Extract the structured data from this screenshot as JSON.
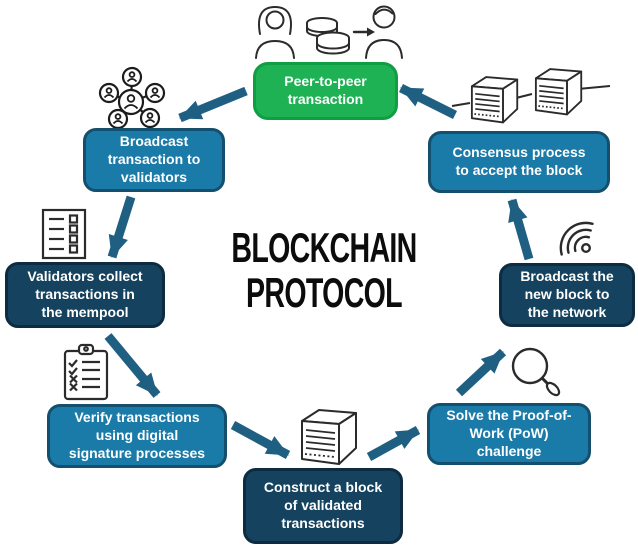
{
  "title": {
    "line1": "BLOCKCHAIN",
    "line2": "PROTOCOL"
  },
  "colors": {
    "green_node": "#1fb255",
    "green_border": "#0f9e43",
    "blue_node": "#1a7aa8",
    "blue_border": "#14506d",
    "navy_node": "#15425e",
    "navy_border": "#0d2c42",
    "arrow": "#1e5f82",
    "icon_stroke": "#2b2b2b",
    "node_text": "#ffffff",
    "title_text": "#0c0c0c",
    "background": "#ffffff"
  },
  "nodes": [
    {
      "id": "peer-to-peer-transaction",
      "color": "green",
      "icon": "people-exchange-icon",
      "lines": [
        "Peer-to-peer",
        "transaction"
      ]
    },
    {
      "id": "broadcast-transaction-to-validators",
      "color": "blue",
      "icon": "network-icon",
      "lines": [
        "Broadcast",
        "transaction to",
        "validators"
      ]
    },
    {
      "id": "validators-collect-transactions",
      "color": "navy",
      "icon": "transaction-list-icon",
      "lines": [
        "Validators collect",
        "transactions in",
        "the mempool"
      ]
    },
    {
      "id": "verify-transactions",
      "color": "blue",
      "icon": "checklist-clipboard-icon",
      "lines": [
        "Verify transactions",
        "using digital",
        "signature processes"
      ]
    },
    {
      "id": "construct-block",
      "color": "navy",
      "icon": "block-icon",
      "lines": [
        "Construct a block",
        "of validated",
        "transactions"
      ]
    },
    {
      "id": "solve-pow-challenge",
      "color": "blue",
      "icon": "magnifier-icon",
      "lines": [
        "Solve the Proof-of-",
        "Work (PoW)",
        "challenge"
      ]
    },
    {
      "id": "broadcast-new-block",
      "color": "navy",
      "icon": "signal-icon",
      "lines": [
        "Broadcast the",
        "new block to",
        "the network"
      ]
    },
    {
      "id": "consensus-process",
      "color": "blue",
      "icon": "linked-blocks-icon",
      "lines": [
        "Consensus process",
        "to accept the block"
      ]
    }
  ],
  "flow": [
    {
      "from": "peer-to-peer-transaction",
      "to": "broadcast-transaction-to-validators"
    },
    {
      "from": "broadcast-transaction-to-validators",
      "to": "validators-collect-transactions"
    },
    {
      "from": "validators-collect-transactions",
      "to": "verify-transactions"
    },
    {
      "from": "verify-transactions",
      "to": "construct-block"
    },
    {
      "from": "construct-block",
      "to": "solve-pow-challenge"
    },
    {
      "from": "solve-pow-challenge",
      "to": "broadcast-new-block"
    },
    {
      "from": "broadcast-new-block",
      "to": "consensus-process"
    },
    {
      "from": "consensus-process",
      "to": "peer-to-peer-transaction"
    }
  ]
}
